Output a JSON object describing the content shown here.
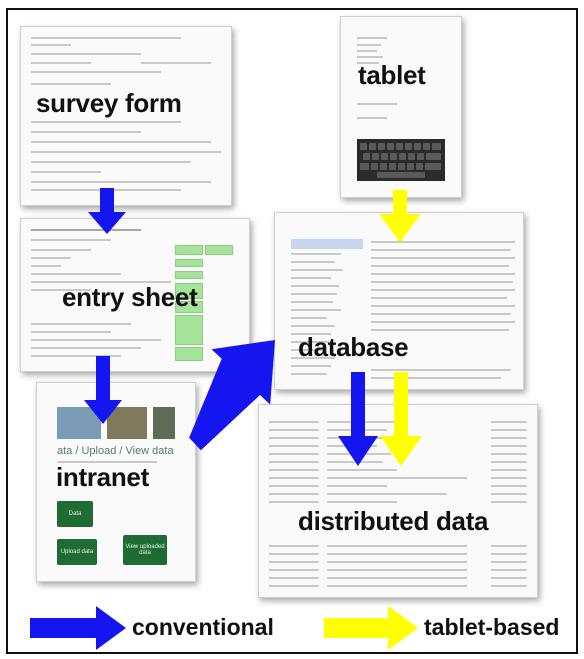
{
  "labels": {
    "survey_form": "survey form",
    "tablet": "tablet",
    "entry_sheet": "entry sheet",
    "database": "database",
    "intranet": "intranet",
    "distributed_data": "distributed data"
  },
  "intranet_page": {
    "nav_text": "ata / Upload / View data",
    "buttons": [
      "Data",
      "Upload data",
      "View uploaded data"
    ]
  },
  "legend": {
    "conventional": "conventional",
    "tablet_based": "tablet-based"
  },
  "colors": {
    "conventional": "#1515f0",
    "tablet_based": "#ffff00",
    "intranet_button": "#1f6b34",
    "entry_green": "#a6e39b"
  }
}
